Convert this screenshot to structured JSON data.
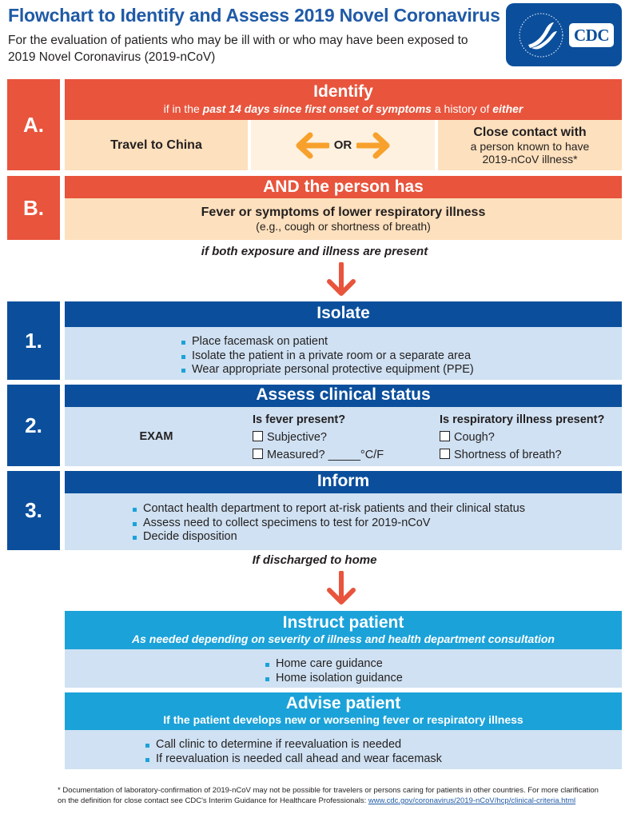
{
  "header": {
    "title": "Flowchart to Identify and Assess 2019 Novel Coronavirus",
    "subtitle": "For the evaluation of patients who may be ill with or who may have been exposed to 2019 Novel Coronavirus (2019-nCoV)",
    "logo_text": "CDC"
  },
  "step_a": {
    "letter": "A.",
    "heading": "Identify",
    "subheading_pre": "if in the ",
    "subheading_em": "past 14 days since first onset of symptoms",
    "subheading_mid": " a history of ",
    "subheading_em2": "either",
    "left_option": "Travel to China",
    "or_label": "OR",
    "right_option_title": "Close contact with",
    "right_option_detail": "a person known to have 2019-nCoV illness*"
  },
  "step_b": {
    "letter": "B.",
    "heading": "AND the person has",
    "main_text": "Fever or symptoms of lower respiratory illness",
    "sub_text": "(e.g., cough or shortness of breath)"
  },
  "connector_1": "if both exposure and illness are present",
  "step_1": {
    "number": "1.",
    "heading": "Isolate",
    "bullets": [
      "Place facemask on patient",
      "Isolate the patient in a private room or a separate area",
      "Wear appropriate personal protective equipment (PPE)"
    ]
  },
  "step_2": {
    "number": "2.",
    "heading": "Assess clinical status",
    "exam_label": "EXAM",
    "fever_question": "Is fever present?",
    "fever_options": [
      "Subjective?",
      "Measured? _____°C/F"
    ],
    "resp_question": "Is respiratory illness present?",
    "resp_options": [
      "Cough?",
      "Shortness of breath?"
    ]
  },
  "step_3": {
    "number": "3.",
    "heading": "Inform",
    "bullets": [
      "Contact health department to report at-risk patients and their clinical status",
      "Assess need to collect specimens to test for 2019-nCoV",
      "Decide disposition"
    ]
  },
  "connector_2": "If discharged to home",
  "instruct": {
    "heading": "Instruct patient",
    "subheading": "As needed depending on severity of illness and health department consultation",
    "bullets": [
      "Home care guidance",
      "Home isolation guidance"
    ]
  },
  "advise": {
    "heading": "Advise patient",
    "subheading": "If the patient develops new or worsening fever or respiratory illness",
    "bullets": [
      "Call clinic to determine if reevaluation is needed",
      "If reevaluation is needed call ahead and wear facemask"
    ]
  },
  "footnote": {
    "text": "* Documentation of laboratory-confirmation of 2019-nCoV may not be possible for travelers or persons caring for patients in other countries. For more clarification on the definition for close contact see CDC's Interim Guidance for Healthcare Professionals: ",
    "link": "www.cdc.gov/coronavirus/2019-nCoV/hcp/clinical-criteria.html"
  },
  "colors": {
    "red": "#e8543c",
    "navy": "#0b4f9c",
    "cyan": "#1ba2d9",
    "peach": "#fde0bd",
    "light_blue": "#cfe1f2",
    "orange_arrow": "#f7a12c"
  }
}
